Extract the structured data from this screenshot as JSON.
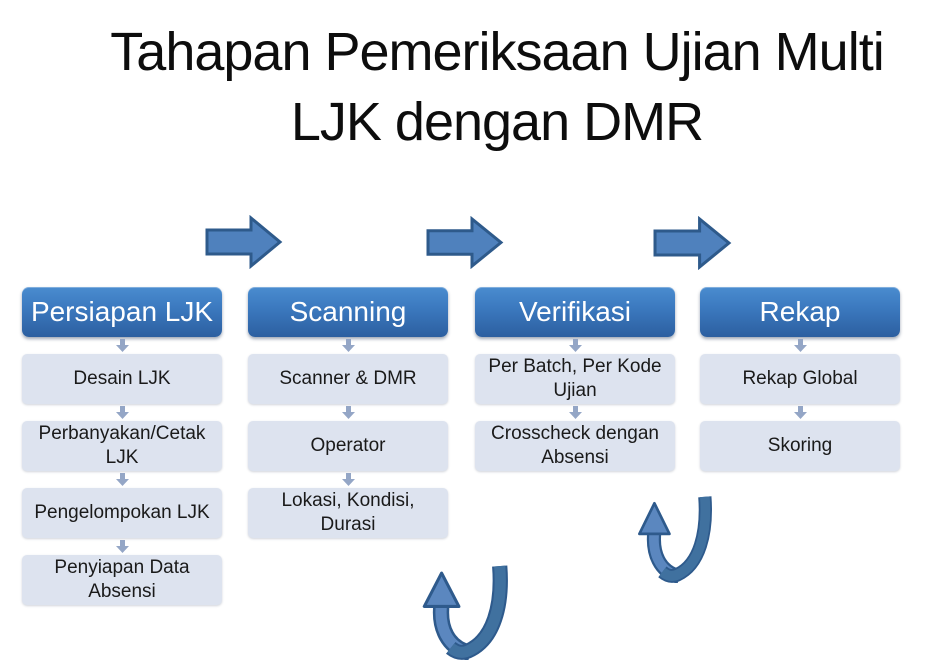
{
  "slide": {
    "title": "Tahapan Pemeriksaan Ujian Multi LJK dengan DMR"
  },
  "columns": [
    {
      "header": "Persiapan LJK",
      "items": [
        "Desain LJK",
        "Perbanyakan/Cetak LJK",
        "Pengelompokan LJK",
        "Penyiapan Data Absensi"
      ]
    },
    {
      "header": "Scanning",
      "items": [
        "Scanner & DMR",
        "Operator",
        "Lokasi, Kondisi, Durasi"
      ]
    },
    {
      "header": "Verifikasi",
      "items": [
        "Per Batch, Per Kode Ujian",
        "Crosscheck dengan Absensi"
      ]
    },
    {
      "header": "Rekap",
      "items": [
        "Rekap Global",
        "Skoring"
      ]
    }
  ],
  "icons": {
    "flow_arrow": "right-block-arrow",
    "connector": "small-down-arrow",
    "loop_arrow": "u-turn-up-arrow"
  },
  "colors": {
    "header_gradient_top": "#4a8ccf",
    "header_gradient_bottom": "#2c5fa0",
    "item_box_bg": "#dde3ef",
    "block_arrow_fill": "#4f81bd",
    "block_arrow_stroke": "#2e5a8b",
    "connector_fill": "#94a6c6",
    "loop_light": "#5b87bf",
    "loop_dark": "#40719f",
    "title_color": "#0d0d0d",
    "background": "#ffffff"
  }
}
